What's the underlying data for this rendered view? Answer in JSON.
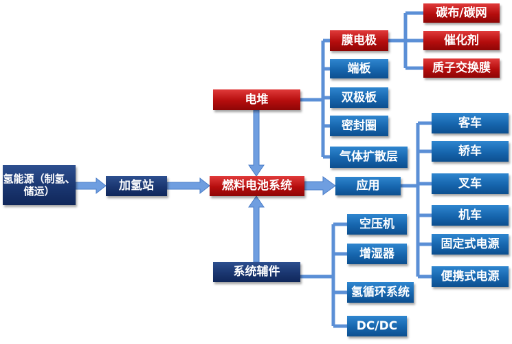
{
  "source": "氢能源（制氢、储运）",
  "station": "加氢站",
  "system": "燃料电池系统",
  "stack": {
    "label": "电堆",
    "children": [
      "膜电极",
      "端板",
      "双极板",
      "密封圈",
      "气体扩散层"
    ]
  },
  "mea": {
    "label": "膜电极",
    "children": [
      "碳布/碳网",
      "催化剂",
      "质子交换膜"
    ]
  },
  "application": {
    "label": "应用",
    "children": [
      "客车",
      "轿车",
      "叉车",
      "机车",
      "固定式电源",
      "便携式电源"
    ]
  },
  "bop": {
    "label": "系统辅件",
    "children": [
      "空压机",
      "增湿器",
      "氢循环系统",
      "DC/DC"
    ]
  },
  "colors": {
    "red": "#c41818",
    "blue": "#1a6eb5",
    "navy": "#1f3f7a",
    "connector": "#5b8fd6"
  }
}
